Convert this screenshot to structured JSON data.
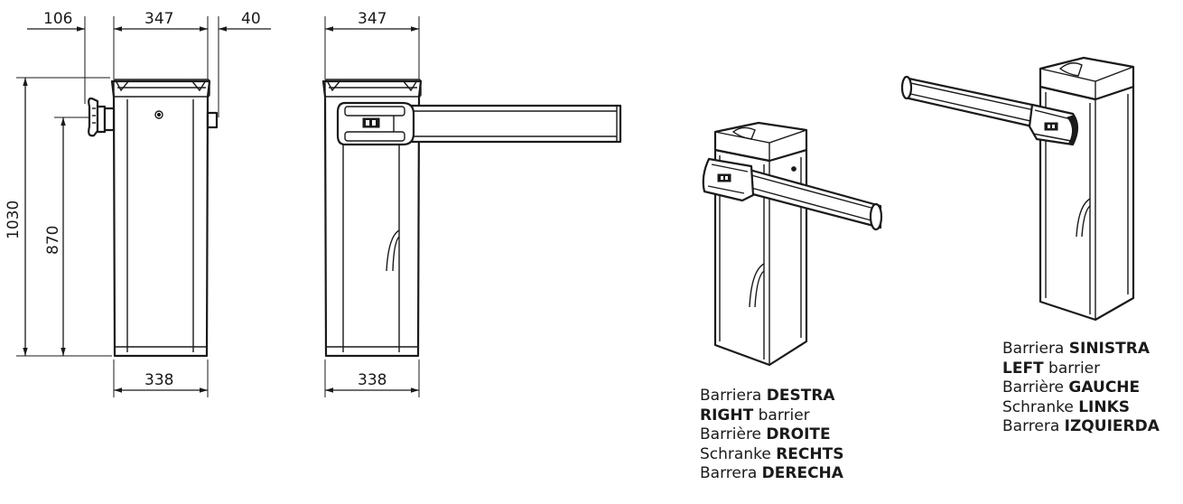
{
  "dimensions": {
    "front_top_left": "106",
    "front_top_width": "347",
    "front_top_right": "40",
    "front_height_total": "1030",
    "front_height_arm": "870",
    "front_bottom_width": "338",
    "side_top_width": "347",
    "side_bottom_width": "338"
  },
  "captions": {
    "right_barrier": [
      {
        "pre": "Barriera ",
        "bold": "DESTRA",
        "post": ""
      },
      {
        "pre": "",
        "bold": "RIGHT",
        "post": " barrier"
      },
      {
        "pre": "Barrière ",
        "bold": "DROITE",
        "post": ""
      },
      {
        "pre": "Schranke ",
        "bold": "RECHTS",
        "post": ""
      },
      {
        "pre": "Barrera ",
        "bold": "DERECHA",
        "post": ""
      }
    ],
    "left_barrier": [
      {
        "pre": "Barriera ",
        "bold": "SINISTRA",
        "post": ""
      },
      {
        "pre": "",
        "bold": "LEFT",
        "post": " barrier"
      },
      {
        "pre": "Barrière ",
        "bold": "GAUCHE",
        "post": ""
      },
      {
        "pre": "Schranke ",
        "bold": "LINKS",
        "post": ""
      },
      {
        "pre": "Barrera ",
        "bold": "IZQUIERDA",
        "post": ""
      }
    ]
  }
}
